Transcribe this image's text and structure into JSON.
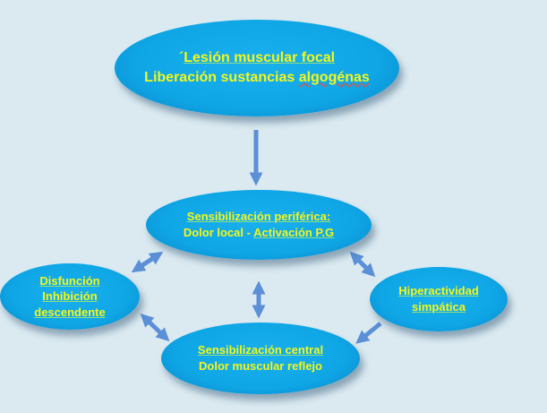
{
  "nodes": {
    "top": {
      "mark": "´",
      "line1": "Lesión muscular focal",
      "line2_prefix": "Liberación sustancias ",
      "line2_suffix": "algogénas"
    },
    "peripheral": {
      "line1": "Sensibilización periférica:",
      "line2_prefix": "Dolor local - ",
      "line2_suffix": "Activación P.G"
    },
    "left": {
      "line1": "Disfunción",
      "line2": "Inhibición",
      "line3": "descendente"
    },
    "right": {
      "line1": "Hiperactividad",
      "line2": "simpática"
    },
    "central": {
      "line1": "Sensibilización central",
      "line2": "Dolor muscular reflejo"
    }
  },
  "colors": {
    "background": "#dbeaf1",
    "node": "#0fa6e6",
    "text": "#f2f71a",
    "arrow": "#5b8fd6"
  }
}
